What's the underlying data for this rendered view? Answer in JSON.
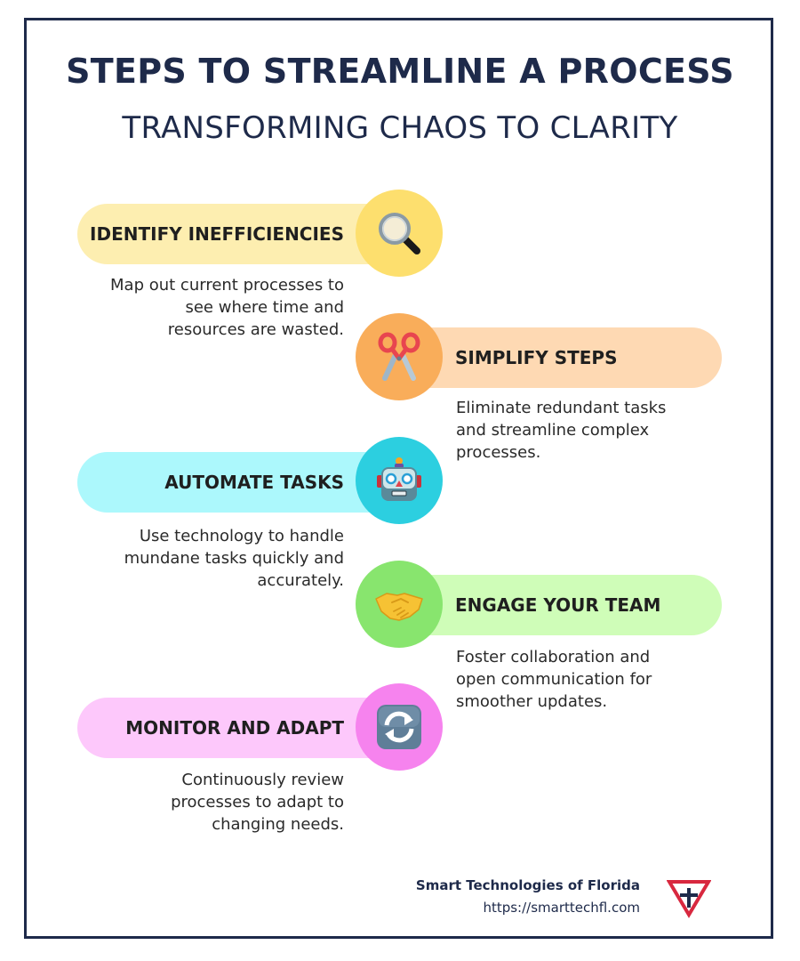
{
  "header": {
    "title": "STEPS TO STREAMLINE A PROCESS",
    "subtitle": "TRANSFORMING CHAOS TO CLARITY"
  },
  "steps": [
    {
      "title": "IDENTIFY INEFFICIENCIES",
      "icon": "magnifying-glass-icon",
      "side": "left",
      "pill_color": "#fdeeb0",
      "circle_color": "#fddf6e",
      "description_lines": [
        "Map out current processes to",
        "see where time and",
        "resources are wasted."
      ]
    },
    {
      "title": "SIMPLIFY STEPS",
      "icon": "scissors-icon",
      "side": "right",
      "pill_color": "#fed9b3",
      "circle_color": "#f9ad5a",
      "description_lines": [
        "Eliminate redundant tasks",
        "and streamline complex",
        "processes."
      ]
    },
    {
      "title": "AUTOMATE TASKS",
      "icon": "robot-icon",
      "side": "left",
      "pill_color": "#acf8fc",
      "circle_color": "#2ccfe0",
      "description_lines": [
        "Use technology to handle",
        "mundane tasks quickly and",
        "accurately."
      ]
    },
    {
      "title": "ENGAGE YOUR TEAM",
      "icon": "handshake-icon",
      "side": "right",
      "pill_color": "#cffdb8",
      "circle_color": "#88e56e",
      "description_lines": [
        "Foster collaboration and",
        "open communication for",
        "smoother updates."
      ]
    },
    {
      "title": "MONITOR AND ADAPT",
      "icon": "refresh-arrows-icon",
      "side": "left",
      "pill_color": "#fdc8fb",
      "circle_color": "#f683ee",
      "description_lines": [
        "Continuously review",
        "processes to adapt to",
        "changing needs."
      ]
    }
  ],
  "footer": {
    "company": "Smart Technologies of Florida",
    "url": "https://smarttechfl.com",
    "logo_icon": "smart-tech-logo-icon"
  },
  "colors": {
    "navy": "#1e2a4a",
    "logo_red": "#d8283f"
  }
}
